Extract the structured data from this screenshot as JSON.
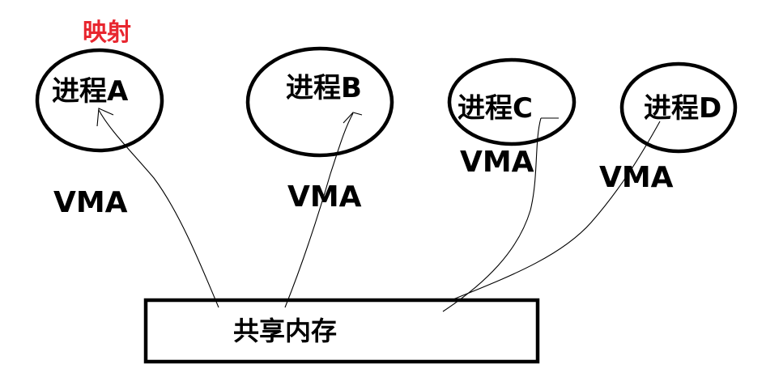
{
  "mapping_label": "映射",
  "processes": [
    "进程A",
    "进程B",
    "进程C",
    "进程D"
  ],
  "vma_label": "VMA",
  "shared_memory": "共享内存",
  "colors": {
    "accent": "#e8262f",
    "stroke": "#000000",
    "background": "#ffffff"
  }
}
